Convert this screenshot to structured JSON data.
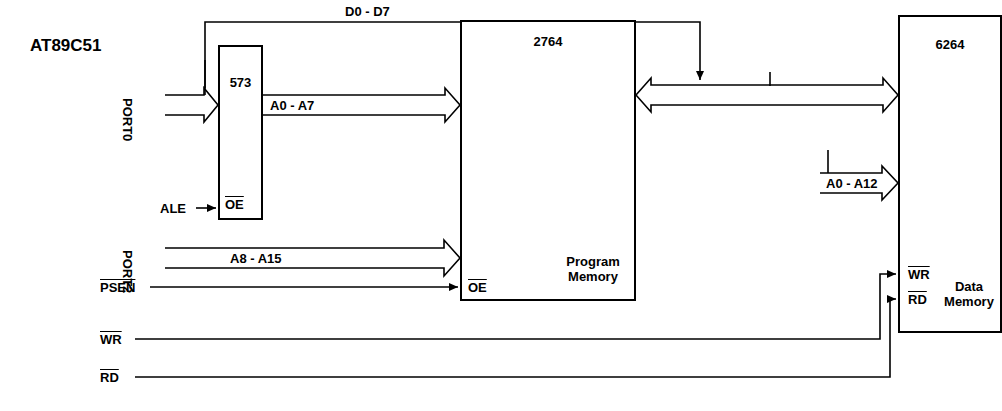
{
  "diagram": {
    "nodes": [
      {
        "text": [
          "573",
          "OE"
        ]
      },
      {
        "text": [
          "2764",
          "Program Memory",
          "OE"
        ]
      },
      {
        "text": [
          "6264",
          "WR",
          "RD",
          "Data Memory"
        ]
      }
    ],
    "edges": [
      {
        "from": 0,
        "to": 1,
        "arrow": "to",
        "label": "A0 - A7"
      },
      {
        "from": 1,
        "to": 2,
        "arrow": "both"
      }
    ],
    "labels": [
      "AT89C51",
      "PORT0",
      "ALE",
      "PORT2",
      "A8 - A15",
      "PSEN",
      "WR",
      "RD",
      "D0 - D7",
      "A0 - A12"
    ]
  }
}
